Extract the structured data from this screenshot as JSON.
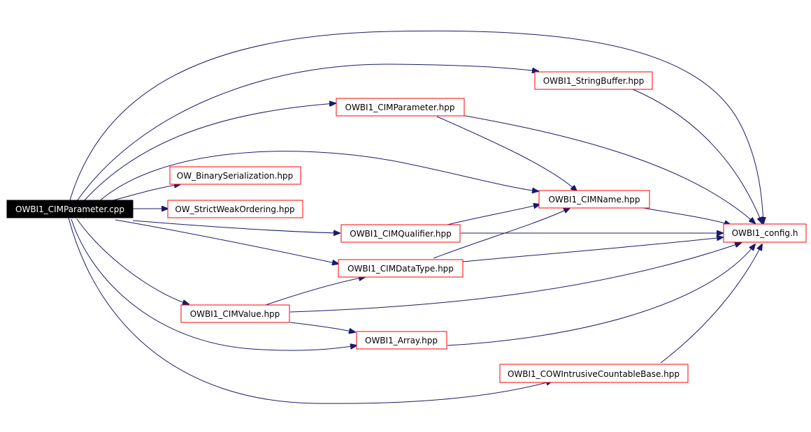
{
  "graph": {
    "root": {
      "id": "root",
      "label": "OWBI1_CIMParameter.cpp"
    },
    "nodes": [
      {
        "id": "stringbuffer",
        "label": "OWBI1_StringBuffer.hpp"
      },
      {
        "id": "cimparameter_hpp",
        "label": "OWBI1_CIMParameter.hpp"
      },
      {
        "id": "binaryserialization",
        "label": "OW_BinarySerialization.hpp"
      },
      {
        "id": "cimname",
        "label": "OWBI1_CIMName.hpp"
      },
      {
        "id": "strictweakordering",
        "label": "OW_StrictWeakOrdering.hpp"
      },
      {
        "id": "cimqualifier",
        "label": "OWBI1_CIMQualifier.hpp"
      },
      {
        "id": "config",
        "label": "OWBI1_config.h"
      },
      {
        "id": "cimdatatype",
        "label": "OWBI1_CIMDataType.hpp"
      },
      {
        "id": "cimvalue",
        "label": "OWBI1_CIMValue.hpp"
      },
      {
        "id": "array",
        "label": "OWBI1_Array.hpp"
      },
      {
        "id": "cowintrusive",
        "label": "OWBI1_COWIntrusiveCountableBase.hpp"
      }
    ],
    "edges": [
      [
        "root",
        "stringbuffer"
      ],
      [
        "root",
        "cimparameter_hpp"
      ],
      [
        "root",
        "binaryserialization"
      ],
      [
        "root",
        "cimname"
      ],
      [
        "root",
        "strictweakordering"
      ],
      [
        "root",
        "cimqualifier"
      ],
      [
        "root",
        "config"
      ],
      [
        "root",
        "cimdatatype"
      ],
      [
        "root",
        "cimvalue"
      ],
      [
        "root",
        "array"
      ],
      [
        "root",
        "cowintrusive"
      ],
      [
        "stringbuffer",
        "config"
      ],
      [
        "cimparameter_hpp",
        "cimname"
      ],
      [
        "cimparameter_hpp",
        "config"
      ],
      [
        "cimname",
        "config"
      ],
      [
        "cimqualifier",
        "cimname"
      ],
      [
        "cimqualifier",
        "config"
      ],
      [
        "cimdatatype",
        "cimname"
      ],
      [
        "cimdatatype",
        "config"
      ],
      [
        "cimvalue",
        "cimdatatype"
      ],
      [
        "cimvalue",
        "config"
      ],
      [
        "cimvalue",
        "array"
      ],
      [
        "array",
        "config"
      ],
      [
        "cowintrusive",
        "config"
      ]
    ],
    "colors": {
      "node_border": "#ff0000",
      "edge": "#1a1a6e",
      "root_fill": "#000000",
      "root_text": "#ffffff"
    }
  }
}
